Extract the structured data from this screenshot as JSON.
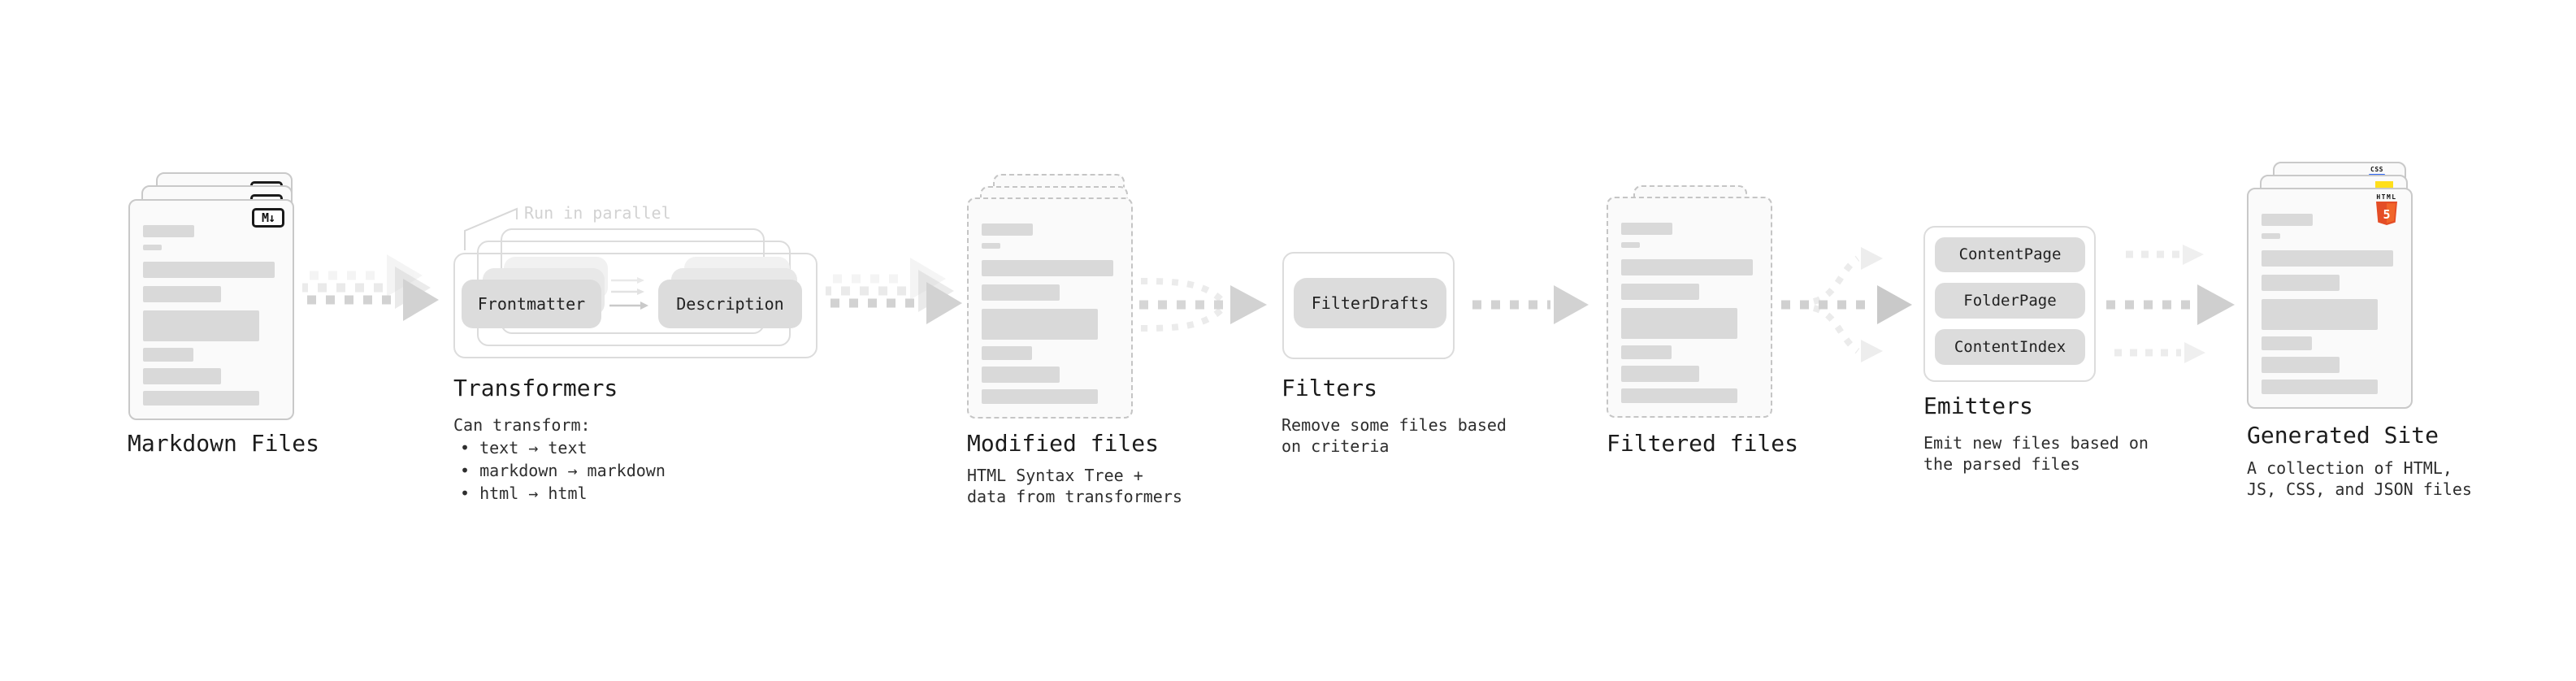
{
  "diagram": {
    "markdown_files": {
      "label": "Markdown Files",
      "badge": "M↓"
    },
    "transformers": {
      "note": "Run in parallel",
      "box1": "Frontmatter",
      "box2": "Description",
      "label": "Transformers",
      "desc_title": "Can transform:",
      "bullet1": "• text → text",
      "bullet2": "• markdown → markdown",
      "bullet3": "• html → html"
    },
    "modified_files": {
      "label": "Modified files",
      "desc1": "HTML Syntax Tree +",
      "desc2": "data from transformers"
    },
    "filters": {
      "box1": "FilterDrafts",
      "label": "Filters",
      "desc1": "Remove some files based",
      "desc2": "on criteria"
    },
    "filtered_files": {
      "label": "Filtered files"
    },
    "emitters": {
      "box1": "ContentPage",
      "box2": "FolderPage",
      "box3": "ContentIndex",
      "label": "Emitters",
      "desc1": "Emit new files based on",
      "desc2": "the parsed files"
    },
    "generated_site": {
      "label": "Generated Site",
      "desc1": "A collection of HTML,",
      "desc2": "JS, CSS, and JSON files",
      "badge_css": "CSS",
      "badge_html_text": "HTML",
      "badge_html_number": "5"
    }
  },
  "colors": {
    "background": "#ffffff",
    "doc_fill": "#fafafa",
    "doc_border": "#c9c9c9",
    "placeholder_bar": "#d9d9d9",
    "box_fill": "#dcdcdc",
    "container_border": "#dcdcdc",
    "arrow_gray": "#d2d2d2",
    "arrow_faint": "#ececec",
    "text_primary": "#1c1c1c",
    "text_secondary": "#2e2e2e",
    "note_gray": "#d2d2d2",
    "css_blue": "#2b66f6",
    "js_yellow": "#ffdf1b",
    "html5_orange": "#e44d26"
  }
}
